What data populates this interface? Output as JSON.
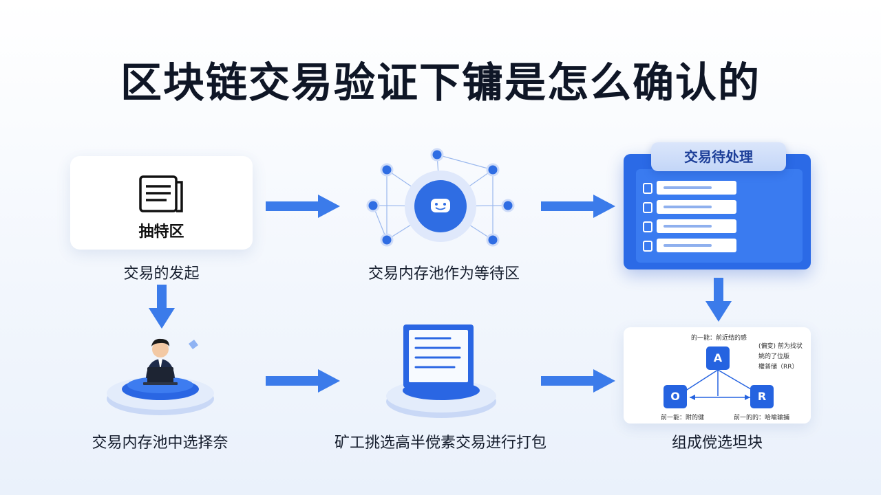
{
  "title": "区块链交易验证下镛是怎么确认的",
  "steps": {
    "initiate": {
      "card_label": "抽特区",
      "label": "交易的发起"
    },
    "mempool": {
      "label": "交易内存池作为等待区"
    },
    "pending": {
      "header": "交易待处理",
      "rows": 4
    },
    "select": {
      "label": "交易内存池中选择奈"
    },
    "pack": {
      "label": "矿工挑选高半傥素交易进行打包"
    },
    "block": {
      "label": "组成傥选坦块",
      "top_caption": "的一能：前近结的感",
      "right_caption": [
        "(偏变) 前为找状",
        "姚的了位版",
        "權普储（RR）"
      ],
      "left_bottom_caption": "前一能：附的健",
      "right_bottom_caption": "前一的的：哈喻输捕",
      "nodes": [
        "A",
        "O",
        "R"
      ]
    }
  },
  "colors": {
    "accent": "#2563e0",
    "arrow": "#3b7bea",
    "title": "#0f1626"
  },
  "icons": [
    "document-icon",
    "chat-icon",
    "person-icon",
    "laptop-icon",
    "arrow-right-icon",
    "arrow-down-icon"
  ]
}
